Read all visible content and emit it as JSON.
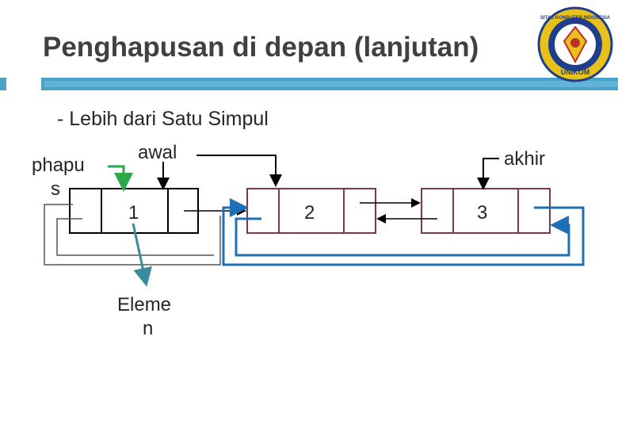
{
  "slide": {
    "title": "Penghapusan di depan (lanjutan)",
    "subtitle": "- Lebih dari Satu Simpul"
  },
  "logo": {
    "top_text": "SITAS KOMPUTER INDONESIA",
    "bottom_text": "UNIKOM",
    "colors": {
      "ring": "#1f3f8a",
      "gold": "#e8c21a",
      "accent": "#c0302a"
    }
  },
  "diagram": {
    "labels": {
      "phapus_line1": "phapu",
      "phapus_line2": "s",
      "awal": "awal",
      "akhir": "akhir",
      "elemen_line1": "Eleme",
      "elemen_line2": "n"
    },
    "nodes": [
      {
        "value": "1"
      },
      {
        "value": "2"
      },
      {
        "value": "3"
      }
    ],
    "colors": {
      "node1_border": "#000000",
      "node_border": "#7a3a4a",
      "arrow_green": "#2aa84a",
      "arrow_blue": "#1f6fb5",
      "arrow_teal": "#3a8aa0",
      "arrow_black": "#000000",
      "loop_gray": "#555555"
    }
  }
}
